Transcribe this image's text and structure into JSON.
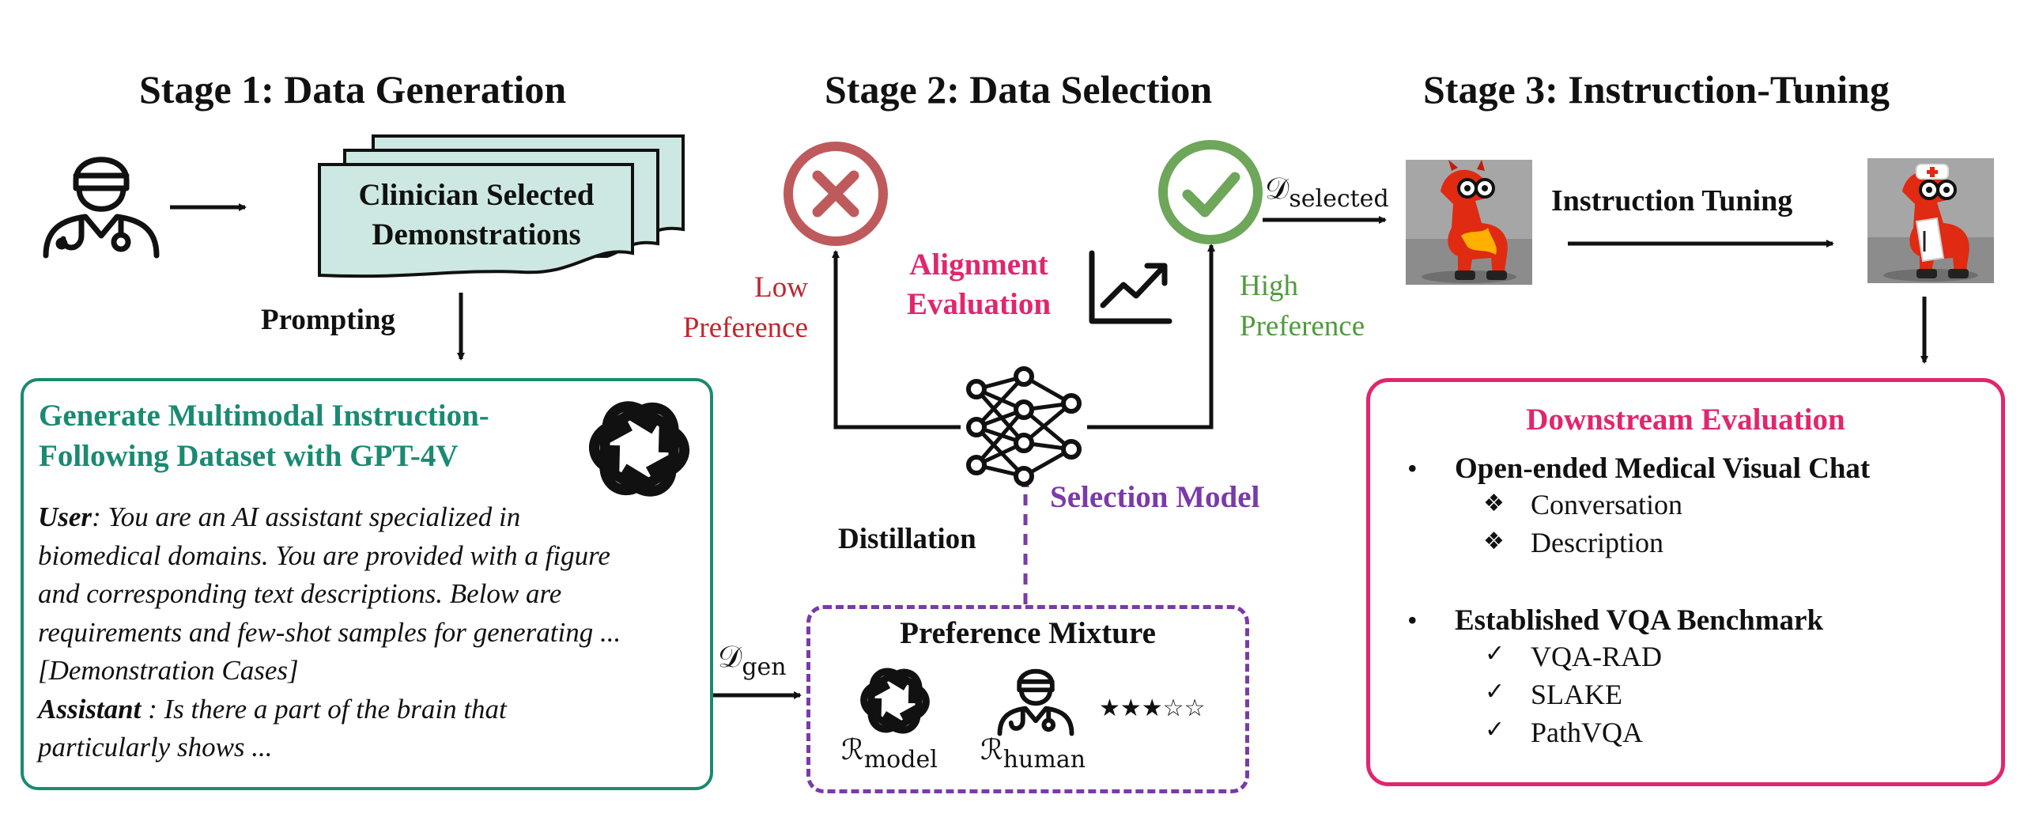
{
  "stages": {
    "s1": "Stage 1: Data Generation",
    "s2": "Stage 2: Data Selection",
    "s3": "Stage 3: Instruction-Tuning"
  },
  "stage1": {
    "demo_line1": "Clinician Selected",
    "demo_line2": "Demonstrations",
    "prompting": "Prompting",
    "gen_title_line1": "Generate Multimodal Instruction-",
    "gen_title_line2": "Following Dataset with GPT-4V",
    "user_label": "User",
    "prompt_line1": ": You are an AI assistant specialized in",
    "prompt_line2": "biomedical domains. You are provided with a figure",
    "prompt_line3": "and corresponding text descriptions. Below are",
    "prompt_line4": "requirements and few-shot samples for generating ...",
    "prompt_line5": "[Demonstration Cases]",
    "assistant_label": "Assistant",
    "prompt_line6": " : Is there a part of the brain that",
    "prompt_line7": "particularly shows ..."
  },
  "stage2": {
    "d_gen_symbol": "𝒟",
    "d_gen_sub": "gen",
    "low_line1": "Low",
    "low_line2": "Preference",
    "align_line1": "Alignment",
    "align_line2": "Evaluation",
    "high_line1": "High",
    "high_line2": "Preference",
    "d_sel_symbol": "𝒟",
    "d_sel_sub": "selected",
    "selection_model": "Selection Model",
    "distillation": "Distillation",
    "mixture_title": "Preference Mixture",
    "r_model_symbol": "ℛ",
    "r_model_sub": "model",
    "r_human_symbol": "ℛ",
    "r_human_sub": "human",
    "stars": "★★★☆☆"
  },
  "stage3": {
    "instruction_tuning": "Instruction Tuning",
    "eval_title": "Downstream Evaluation",
    "bullet": "•",
    "group1": "Open-ended Medical Visual Chat",
    "group1_items": [
      "Conversation",
      "Description"
    ],
    "group1_marker": "❖",
    "group2": "Established VQA Benchmark",
    "group2_items": [
      "VQA-RAD",
      "SLAKE",
      "PathVQA"
    ],
    "group2_marker": "✓"
  },
  "colors": {
    "teal": "#1a8a72",
    "red": "#c0262d",
    "green": "#4f9a3c",
    "magenta": "#e0266e",
    "purple": "#7a3aa8",
    "demo_fill": "#cde8e2"
  },
  "icons": [
    "doctor-icon",
    "openai-logo-icon",
    "reject-x-icon",
    "accept-check-icon",
    "trend-chart-icon",
    "neural-network-icon",
    "llama-icon",
    "llama-doctor-icon"
  ]
}
